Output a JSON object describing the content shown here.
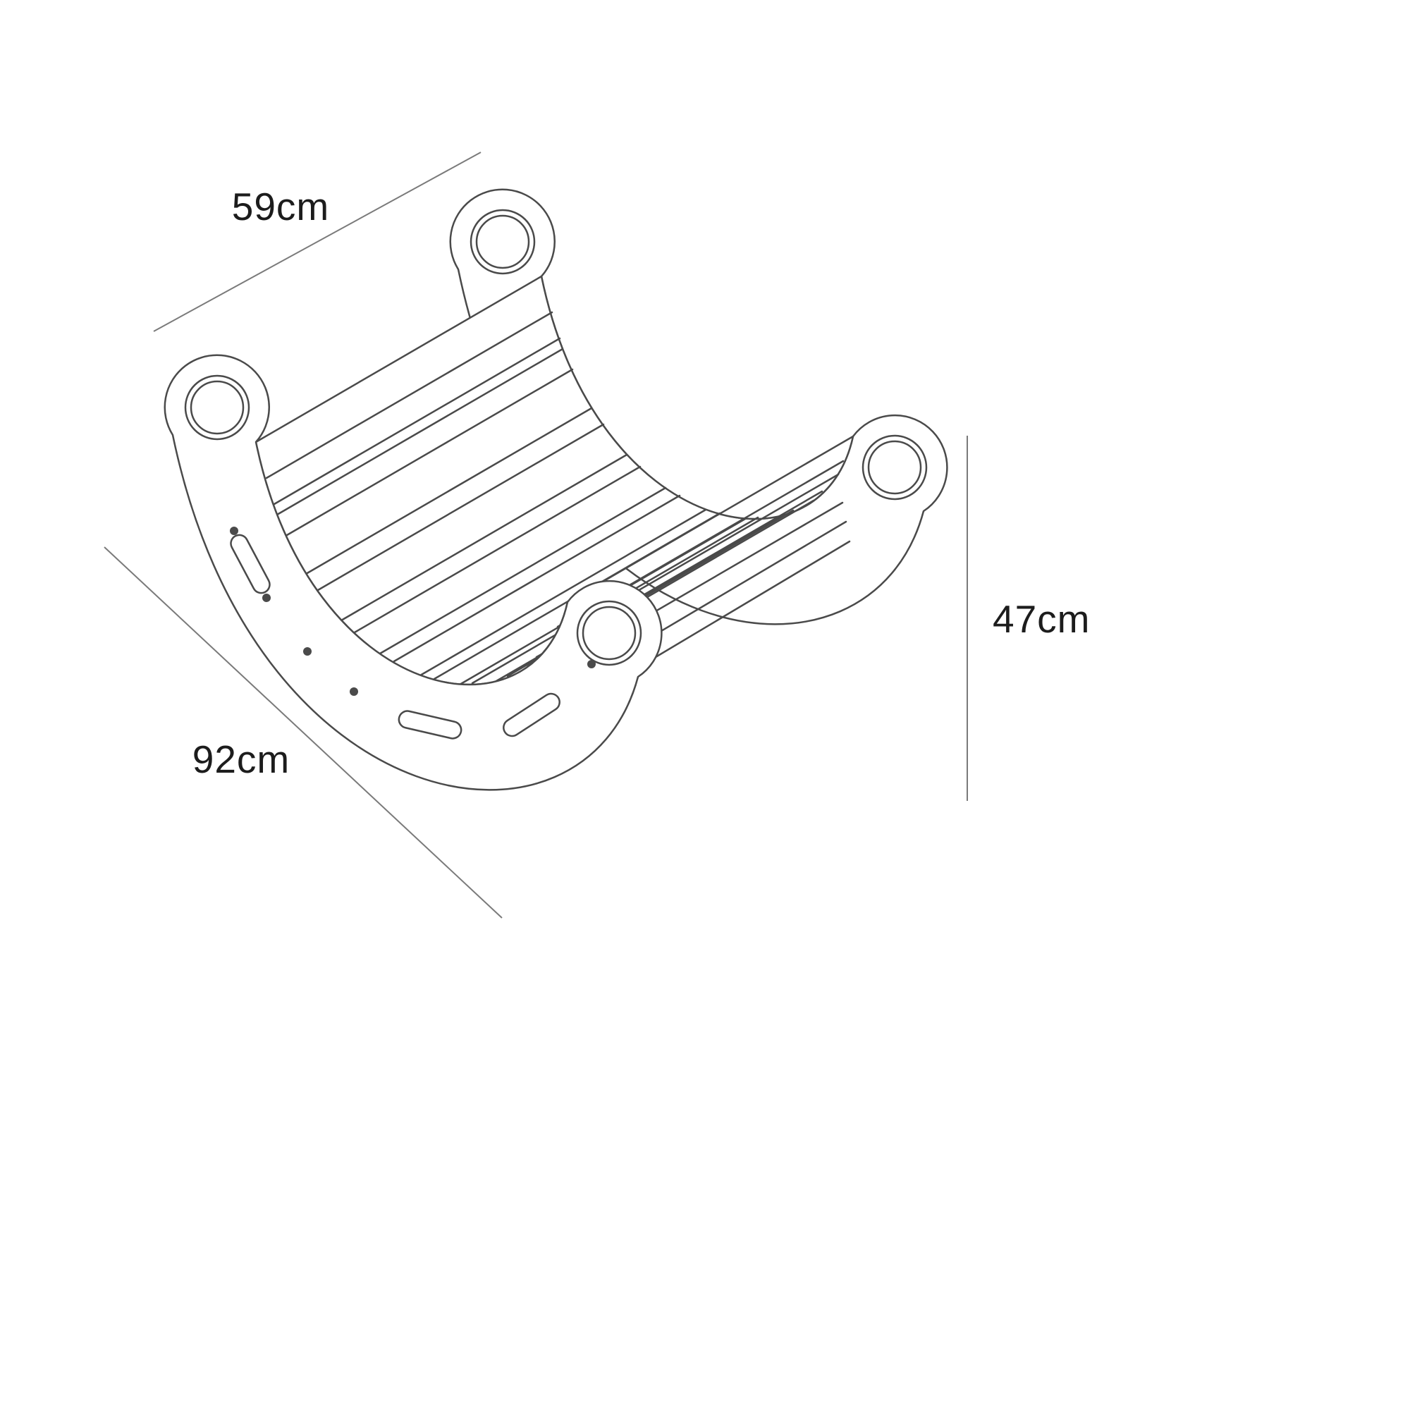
{
  "colors": {
    "background": "#ffffff",
    "drawing_line": "#4a4a4a",
    "dimension_line": "#7a7a7a",
    "label_text": "#1c1c1c"
  },
  "dimensions": {
    "width_label": "59cm",
    "length_label": "92cm",
    "height_label": "47cm"
  }
}
